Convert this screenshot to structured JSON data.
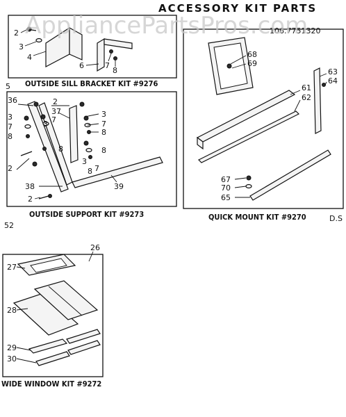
{
  "page_title": "ACCESSORY KIT PARTS",
  "watermark": "AppliancePartsPros.com",
  "model_number": "106.7751320",
  "corner_mark": "D.S",
  "kits": {
    "sill_bracket": {
      "title": "OUTSIDE SILL BRACKET KIT #9276",
      "kit_number": "5",
      "callouts": [
        "2",
        "3",
        "4",
        "6",
        "7",
        "8"
      ]
    },
    "outside_support": {
      "title": "OUTSIDE SUPPORT KIT #9273",
      "kit_number": "52",
      "callouts": [
        "36",
        "2",
        "37",
        "3",
        "7",
        "8",
        "3",
        "7",
        "8",
        "3",
        "7",
        "8",
        "2",
        "8",
        "3",
        "7",
        "8",
        "38",
        "39",
        "2"
      ]
    },
    "quick_mount": {
      "title": "QUICK MOUNT KIT #9270",
      "callouts": [
        "68",
        "69",
        "61",
        "62",
        "63",
        "64",
        "67",
        "70",
        "65"
      ]
    },
    "wide_window": {
      "title": "WIDE WINDOW KIT #9272",
      "kit_number": "26",
      "callouts": [
        "27",
        "28",
        "29",
        "30"
      ]
    }
  }
}
